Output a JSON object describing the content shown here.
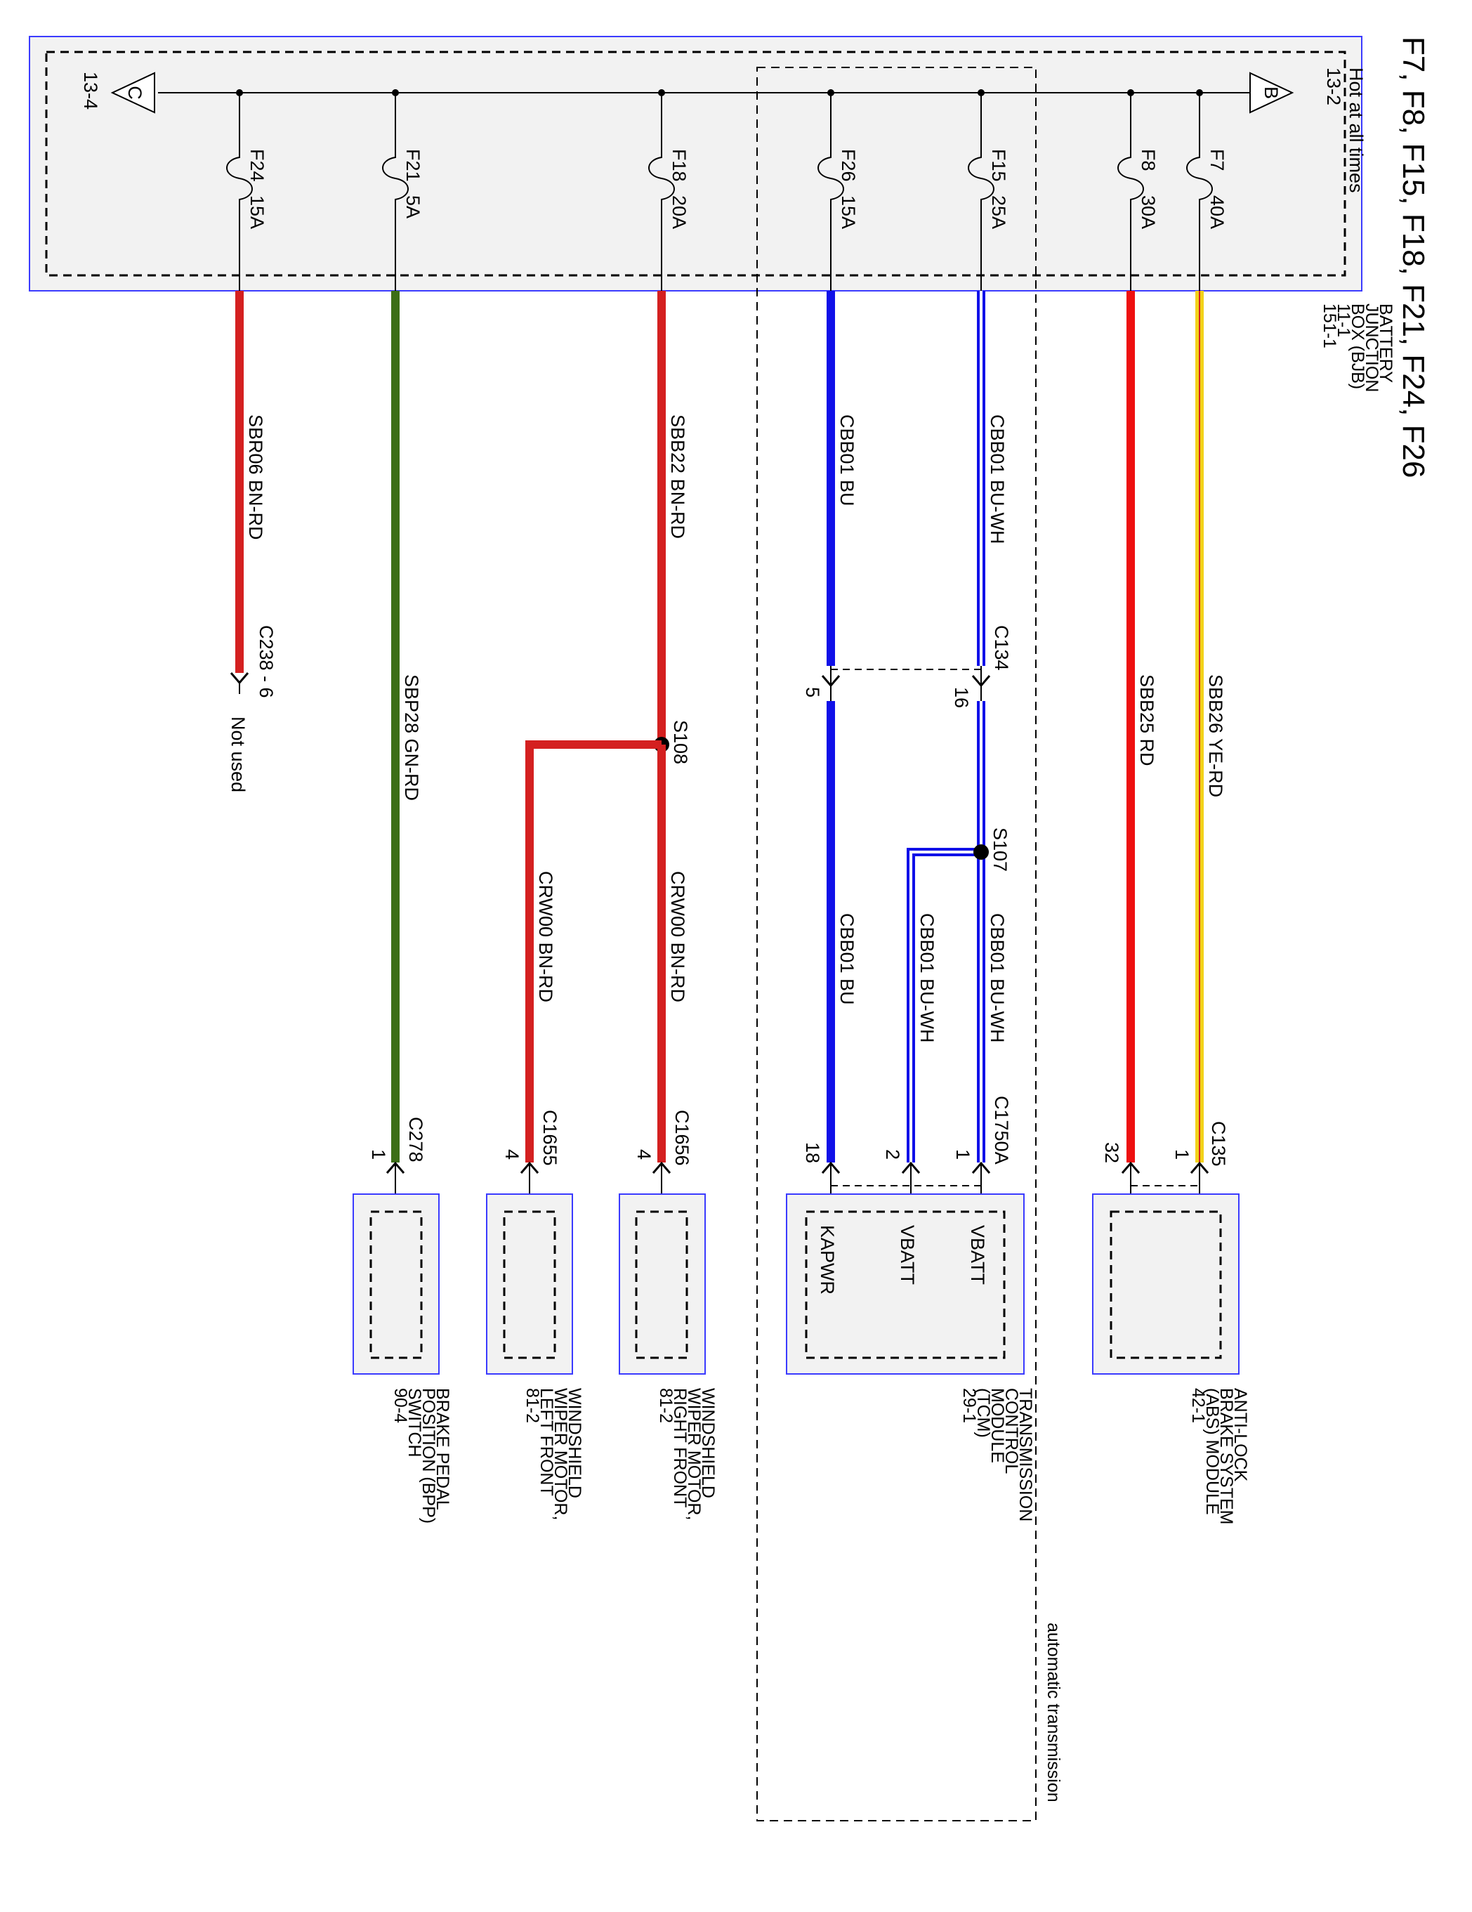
{
  "title": "F7, F8, F15, F18, F21, F24, F26",
  "colors": {
    "red": "#d42020",
    "green": "#3c6e16",
    "blue": "#1010e8",
    "blue_white": "#ffffff",
    "yellow": "#f2d21a",
    "box_border": "#3b3bff",
    "box_fill": "#f2f2f2"
  },
  "bjb": {
    "name": "BATTERY JUNCTION BOX (BJB)",
    "name_lines": [
      "BATTERY",
      "JUNCTION",
      "BOX (BJB)",
      "11-1",
      "151-1"
    ],
    "hot_note": "Hot at all times",
    "ref_in": "13-2",
    "ref_out": "13-4",
    "connector_in": "B",
    "connector_out": "C"
  },
  "fuses": [
    {
      "id": "F24",
      "rating": "15A"
    },
    {
      "id": "F21",
      "rating": "5A"
    },
    {
      "id": "F18",
      "rating": "20A"
    },
    {
      "id": "F26",
      "rating": "15A"
    },
    {
      "id": "F15",
      "rating": "25A"
    },
    {
      "id": "F8",
      "rating": "30A"
    },
    {
      "id": "F7",
      "rating": "40A"
    }
  ],
  "wires": {
    "f24": "SBR06   BN-RD",
    "f21": "SBP28   GN-RD",
    "f18": "SBB22   BN-RD",
    "f18_left": "CRW00  BN-RD",
    "f18_right": "CRW00  BN-RD",
    "f26_upper": "CBB01   BU",
    "f26_lower": "CBB01   BU",
    "f15_upper": "CBB01   BU-WH",
    "f15_lower": "CBB01   BU-WH",
    "f15_branch": "CBB01   BU-WH",
    "f8": "SBB25   RD",
    "f7": "SBB26   YE-RD"
  },
  "splices": {
    "s108": "S108",
    "s107": "S107"
  },
  "connectors": {
    "c238": "C238  -  6",
    "not_used": "Not used",
    "c134": "C134",
    "c134_pin_f26": "5",
    "c134_pin_f15": "16",
    "c278": "C278",
    "c278_pin": "1",
    "c1655": "C1655",
    "c1655_pin": "4",
    "c1656": "C1656",
    "c1656_pin": "4",
    "c1750a": "C1750A",
    "c1750a_pin1": "1",
    "c1750a_pin2": "2",
    "c1750a_pin18": "18",
    "c135": "C135",
    "c135_pin1": "1",
    "c135_pin32": "32"
  },
  "components": {
    "abs": {
      "lines": [
        "ANTI-LOCK",
        "BRAKE SYSTEM",
        "(ABS) MODULE",
        "42-1"
      ]
    },
    "tcm": {
      "lines": [
        "TRANSMISSION",
        "CONTROL",
        "MODULE",
        "(TCM)",
        "29-1"
      ],
      "pins": [
        "VBATT",
        "VBATT",
        "KAPWR"
      ]
    },
    "wiper_rf": {
      "lines": [
        "WINDSHIELD",
        "WIPER MOTOR,",
        "RIGHT FRONT",
        "81-2"
      ]
    },
    "wiper_lf": {
      "lines": [
        "WINDSHIELD",
        "WIPER MOTOR,",
        "LEFT FRONT",
        "81-2"
      ]
    },
    "bpp": {
      "lines": [
        "BRAKE PEDAL",
        "POSITION (BPP)",
        "SWITCH",
        "90-4"
      ]
    }
  },
  "option_note": "automatic transmission"
}
